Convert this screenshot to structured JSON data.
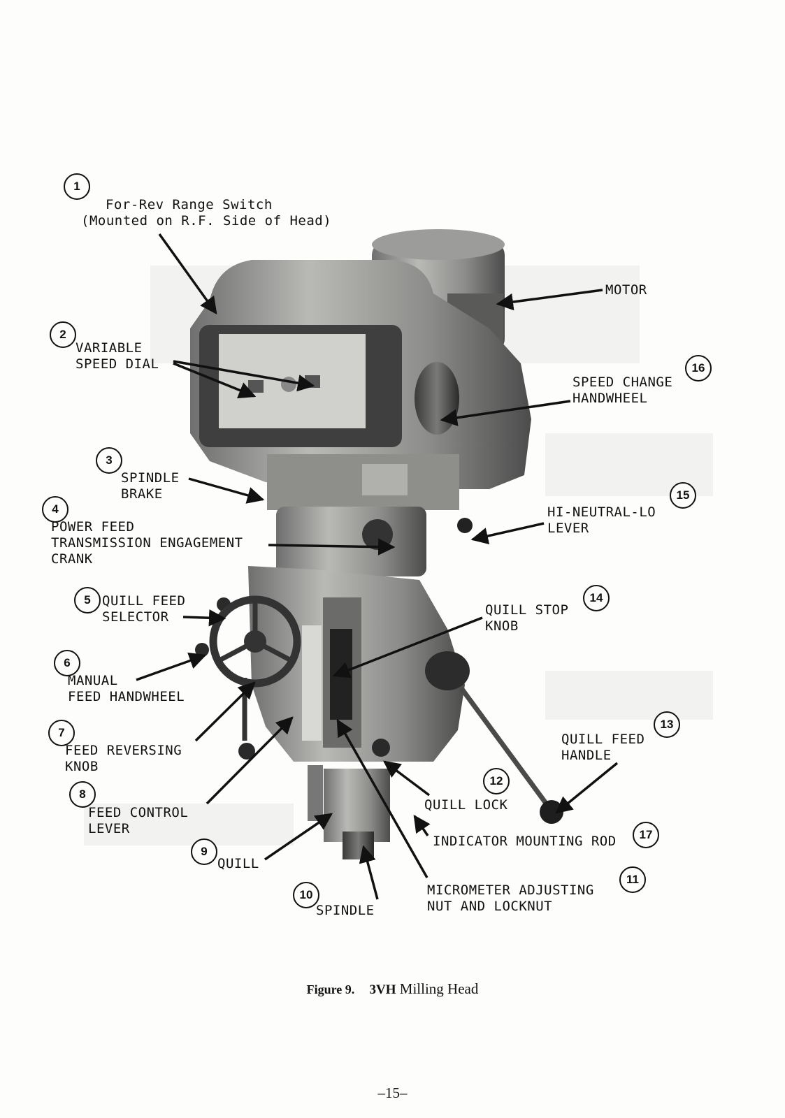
{
  "figure": {
    "label": "Figure 9.",
    "model": "3VH",
    "title": "Milling Head"
  },
  "page_number": "–15–",
  "callouts": [
    {
      "number": "1",
      "lines": [
        "For-Rev Range Switch",
        "(Mounted on R.F.  Side of Head)"
      ]
    },
    {
      "number": "2",
      "lines": [
        "VARIABLE",
        "SPEED DIAL"
      ]
    },
    {
      "number": "3",
      "lines": [
        "SPINDLE",
        "BRAKE"
      ]
    },
    {
      "number": "4",
      "lines": [
        "POWER FEED",
        "TRANSMISSION ENGAGEMENT",
        "CRANK"
      ]
    },
    {
      "number": "5",
      "lines": [
        "QUILL FEED",
        "SELECTOR"
      ]
    },
    {
      "number": "6",
      "lines": [
        "MANUAL",
        "FEED HANDWHEEL"
      ]
    },
    {
      "number": "7",
      "lines": [
        "FEED REVERSING",
        "KNOB"
      ]
    },
    {
      "number": "8",
      "lines": [
        "FEED CONTROL",
        "LEVER"
      ]
    },
    {
      "number": "9",
      "lines": [
        "QUILL"
      ]
    },
    {
      "number": "10",
      "lines": [
        "SPINDLE"
      ]
    },
    {
      "number": "11",
      "lines": [
        "MICROMETER ADJUSTING",
        "NUT AND LOCKNUT"
      ]
    },
    {
      "number": "12",
      "lines": [
        "QUILL LOCK"
      ]
    },
    {
      "number": "13",
      "lines": [
        "QUILL FEED",
        "HANDLE"
      ]
    },
    {
      "number": "14",
      "lines": [
        "QUILL STOP",
        "KNOB"
      ]
    },
    {
      "number": "15",
      "lines": [
        "HI-NEUTRAL-LO",
        "LEVER"
      ]
    },
    {
      "number": "16",
      "lines": [
        "SPEED CHANGE",
        "HANDWHEEL"
      ]
    },
    {
      "number": "17",
      "lines": [
        "INDICATOR MOUNTING ROD"
      ]
    },
    {
      "number": "",
      "lines": [
        "MOTOR"
      ]
    }
  ]
}
